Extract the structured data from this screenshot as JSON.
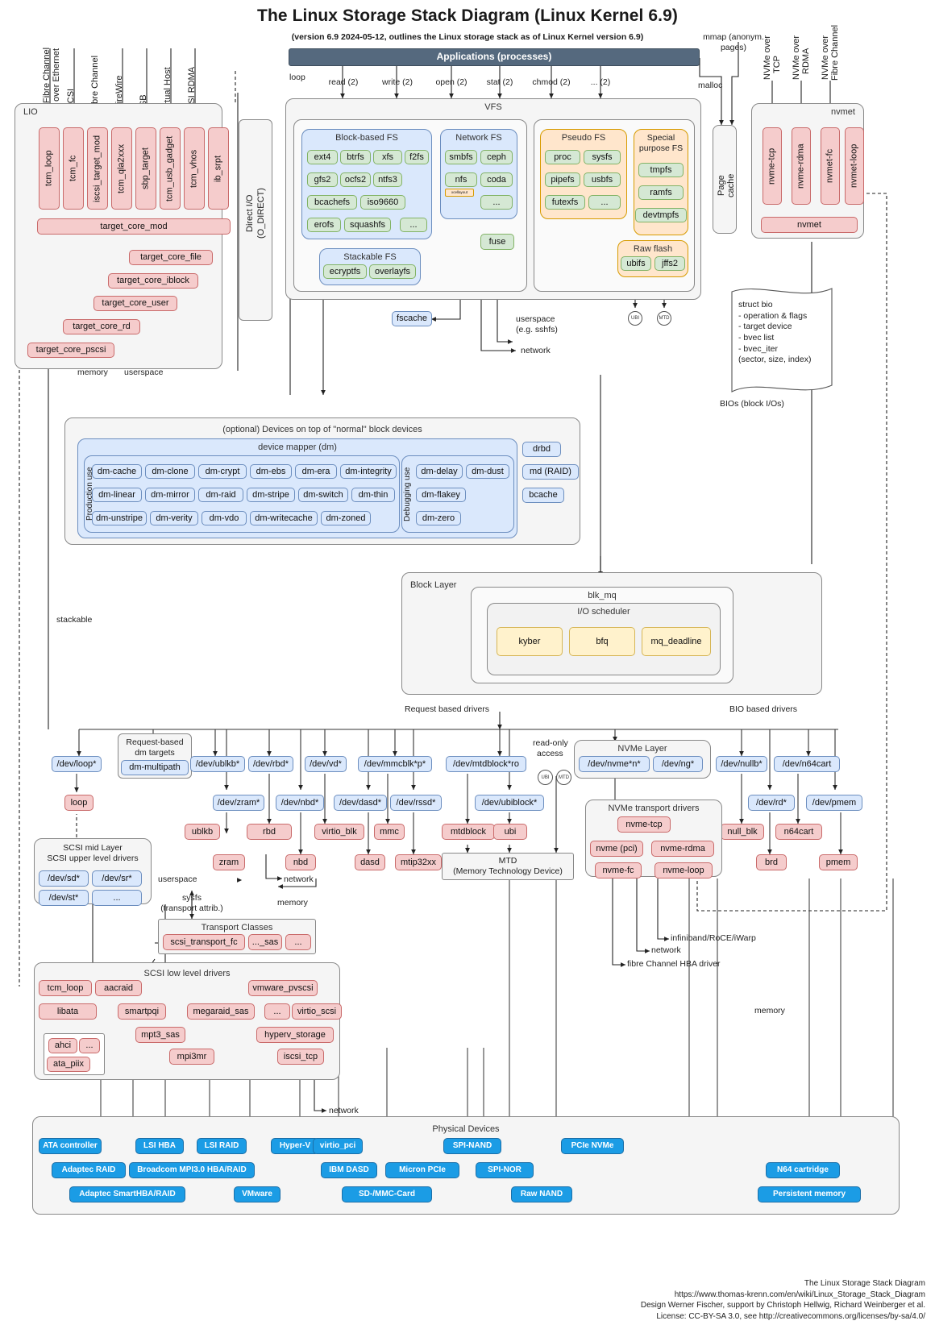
{
  "title": "The Linux Storage Stack Diagram (Linux Kernel 6.9)",
  "subtitle": "(version 6.9 2024-05-12, outlines the Linux storage stack as of Linux Kernel version 6.9)",
  "footer": {
    "line1": "The Linux Storage Stack Diagram",
    "line2": "https://www.thomas-krenn.com/en/wiki/Linux_Storage_Stack_Diagram",
    "line3": "Design Werner Fischer, support by Christoph Hellwig, Richard Weinberger et al.",
    "line4": "License: CC-BY-SA 3.0, see http://creativecommons.org/licenses/by-sa/4.0/"
  },
  "applications": {
    "label": "Applications (processes)"
  },
  "syscalls": [
    "read (2)",
    "write (2)",
    "open (2)",
    "stat (2)",
    "chmod (2)",
    "... (2)"
  ],
  "top_labels": {
    "mmap": "mmap (anonym.\npages)",
    "mmap_l1": "mmap (anonym.",
    "mmap_l2": "pages)",
    "malloc": "malloc",
    "loop": "loop"
  },
  "lio": {
    "title": "LIO",
    "transports": [
      {
        "label": "Fibre Channel\nover Ethernet",
        "l1": "Fibre Channel",
        "l2": "over Ethernet"
      },
      {
        "label": "iSCSI",
        "l1": "iSCSI",
        "l2": ""
      },
      {
        "label": "Fibre Channel",
        "l1": "Fibre Channel",
        "l2": ""
      },
      {
        "label": "FireWire",
        "l1": "FireWire",
        "l2": ""
      },
      {
        "label": "USB",
        "l1": "USB",
        "l2": ""
      },
      {
        "label": "Virtual Host",
        "l1": "Virtual Host",
        "l2": ""
      },
      {
        "label": "SCSI RDMA",
        "l1": "SCSI RDMA",
        "l2": ""
      }
    ],
    "modules": [
      "tcm_loop",
      "tcm_fc",
      "iscsi_target_mod",
      "tcm_qla2xxx",
      "sbp_target",
      "tcm_usb_gadget",
      "tcm_vhos",
      "ib_srpt"
    ],
    "core": "target_core_mod",
    "backends": [
      "target_core_file",
      "target_core_iblock",
      "target_core_user",
      "target_core_rd",
      "target_core_pscsi"
    ],
    "memory_label": "memory",
    "userspace_label": "userspace"
  },
  "direct_io": {
    "l1": "Direct I/O",
    "l2": "(O_DIRECT)"
  },
  "vfs": {
    "title": "VFS",
    "block_fs": {
      "title": "Block-based FS",
      "items": [
        "ext4",
        "btrfs",
        "xfs",
        "f2fs",
        "gfs2",
        "ocfs2",
        "ntfs3",
        "bcachefs",
        "iso9660",
        "erofs",
        "squashfs",
        "..."
      ]
    },
    "stackable_fs": {
      "title": "Stackable FS",
      "items": [
        "ecryptfs",
        "overlayfs"
      ]
    },
    "network_fs": {
      "title": "Network FS",
      "items": [
        "smbfs",
        "ceph",
        "nfs",
        "coda",
        "..."
      ],
      "badge": "xcellayout"
    },
    "fuse": "fuse",
    "pseudo_fs": {
      "title": "Pseudo FS",
      "items": [
        "proc",
        "sysfs",
        "pipefs",
        "usbfs",
        "futexfs",
        "..."
      ]
    },
    "special_fs": {
      "title": "Special\npurpose FS",
      "t1": "Special",
      "t2": "purpose FS",
      "items": [
        "tmpfs",
        "ramfs",
        "devtmpfs"
      ]
    },
    "raw_flash": {
      "title": "Raw flash",
      "items": [
        "ubifs",
        "jffs2"
      ]
    },
    "fscache": "fscache",
    "userspace_note_l1": "userspace",
    "userspace_note_l2": "(e.g. sshfs)",
    "network_note": "network"
  },
  "page_cache": {
    "l1": "Page",
    "l2": "cache"
  },
  "nvmet": {
    "title": "nvmet",
    "transports": [
      {
        "l1": "NVMe over",
        "l2": "TCP"
      },
      {
        "l1": "NVMe over",
        "l2": "RDMA"
      },
      {
        "l1": "NVMe over",
        "l2": "Fibre Channel"
      }
    ],
    "modules": [
      "nvme-tcp",
      "nvme-rdma",
      "nvmet-fc",
      "nvmet-loop"
    ],
    "core": "nvmet"
  },
  "struct_bio": {
    "lines": [
      "struct bio",
      "- operation & flags",
      "- target device",
      "- bvec list",
      "- bvec_iter",
      "   (sector, size, index)"
    ]
  },
  "bios_label": "BIOs (block I/Os)",
  "optional_devices": {
    "title": "(optional) Devices on top of \"normal\" block devices",
    "dm": {
      "title": "device mapper (dm)",
      "production_label": "Production use",
      "debugging_label": "Debugging use",
      "production": [
        "dm-cache",
        "dm-clone",
        "dm-crypt",
        "dm-ebs",
        "dm-era",
        "dm-integrity",
        "dm-linear",
        "dm-mirror",
        "dm-raid",
        "dm-stripe",
        "dm-switch",
        "dm-thin",
        "dm-unstripe",
        "dm-verity",
        "dm-vdo",
        "dm-writecache",
        "dm-zoned"
      ],
      "debugging": [
        "dm-delay",
        "dm-dust",
        "dm-flakey",
        "dm-zero"
      ]
    },
    "others": [
      "drbd",
      "md (RAID)",
      "bcache"
    ]
  },
  "stackable_label": "stackable",
  "block_layer": {
    "title": "Block Layer",
    "blk_mq": "blk_mq",
    "io_scheduler": "I/O scheduler",
    "schedulers": [
      "kyber",
      "bfq",
      "mq_deadline"
    ]
  },
  "driver_group_labels": {
    "request": "Request based drivers",
    "bio": "BIO based drivers",
    "read_only_l1": "read-only",
    "read_only_l2": "access"
  },
  "request_dm": {
    "title_l1": "Request-based",
    "title_l2": "dm targets",
    "item": "dm-multipath"
  },
  "devnodes_row1": [
    "/dev/loop*",
    "/dev/ublkb*",
    "/dev/rbd*",
    "/dev/vd*",
    "/dev/mmcblk*p*",
    "/dev/mtdblock*ro",
    "/dev/nullb*",
    "/dev/n64cart"
  ],
  "devnodes_row2": [
    "/dev/zram*",
    "/dev/nbd*",
    "/dev/dasd*",
    "/dev/rssd*",
    "/dev/ubiblock*",
    "/dev/rd*",
    "/dev/pmem"
  ],
  "nvme_layer": {
    "title": "NVMe Layer",
    "items": [
      "/dev/nvme*n*",
      "/dev/ng*"
    ]
  },
  "nvme_transport": {
    "title": "NVMe transport drivers",
    "items": [
      "nvme-tcp",
      "nvme (pci)",
      "nvme-rdma",
      "nvme-fc",
      "nvme-loop"
    ]
  },
  "drivers_red": [
    "loop",
    "ublkb",
    "rbd",
    "virtio_blk",
    "mmc",
    "mtdblock",
    "ubi",
    "zram",
    "nbd",
    "dasd",
    "mtip32xx",
    "null_blk",
    "n64cart",
    "brd",
    "pmem"
  ],
  "mtd": {
    "l1": "MTD",
    "l2": "(Memory Technology Device)"
  },
  "scsi_mid": {
    "title_l1": "SCSI mid Layer",
    "title_l2": "SCSI upper level drivers",
    "items": [
      "/dev/sd*",
      "/dev/sr*",
      "/dev/st*",
      "..."
    ]
  },
  "transport_classes": {
    "title": "Transport Classes",
    "items": [
      "scsi_transport_fc",
      "..._sas",
      "..."
    ]
  },
  "scsi_low": {
    "title": "SCSI low level drivers",
    "items": [
      "tcm_loop",
      "aacraid",
      "vmware_pvscsi",
      "libata",
      "smartpqi",
      "megaraid_sas",
      "...",
      "virtio_scsi",
      "mpt3_sas",
      "hyperv_storage",
      "mpi3mr",
      "iscsi_tcp",
      "ahci",
      "...",
      "ata_piix"
    ]
  },
  "side_labels": {
    "userspace": "userspace",
    "sysfs_l1": "sysfs",
    "sysfs_l2": "(transport attrib.)",
    "network": "network",
    "memory": "memory",
    "infiniband": "infiniband/RoCE/iWarp",
    "fibre_channel_hba": "fibre Channel HBA driver"
  },
  "physical_devices": {
    "title": "Physical Devices",
    "row1": [
      "ATA controller",
      "LSI HBA",
      "LSI RAID",
      "Hyper-V",
      "virtio_pci",
      "SPI-NAND",
      "PCIe NVMe"
    ],
    "row2": [
      "Adaptec RAID",
      "Broadcom MPI3.0 HBA/RAID",
      "IBM DASD",
      "Micron PCIe",
      "SPI-NOR",
      "N64 cartridge"
    ],
    "row3": [
      "Adaptec SmartHBA/RAID",
      "VMware",
      "SD-/MMC-Card",
      "Raw NAND",
      "Persistent memory"
    ]
  },
  "colors": {
    "red": "#f5cccc",
    "blue": "#dae8fc",
    "green": "#d5e8d4",
    "orange": "#ffe6cc",
    "yellow": "#fff2cc",
    "cyan": "#1b9ce5",
    "slate": "#55697e"
  }
}
